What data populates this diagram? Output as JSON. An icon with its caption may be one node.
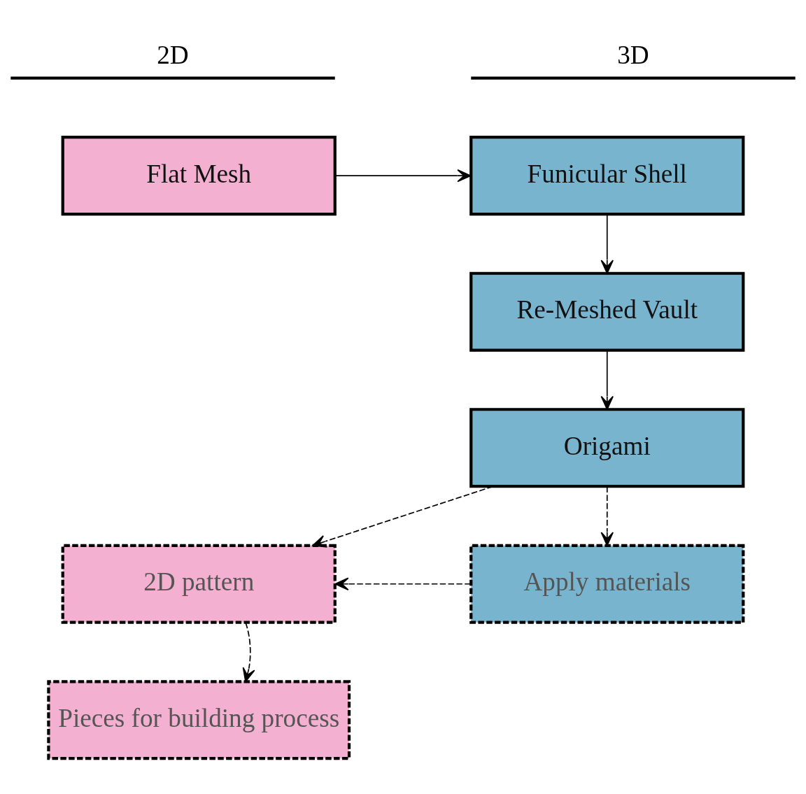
{
  "diagram": {
    "nodes": [
      {
        "text": [
          "Flat Mesh"
        ]
      },
      {
        "text": [
          "Funicular Shell"
        ]
      },
      {
        "text": [
          "Re-Meshed Vault"
        ]
      },
      {
        "text": [
          "Origami"
        ]
      },
      {
        "text": [
          "2D pattern"
        ]
      },
      {
        "text": [
          "Apply materials"
        ]
      },
      {
        "text": [
          "Pieces for building process"
        ]
      }
    ],
    "edges": [
      {
        "from": 0,
        "to": 1,
        "arrow": "to"
      },
      {
        "from": 1,
        "to": 2,
        "arrow": "to"
      },
      {
        "from": 2,
        "to": 3,
        "arrow": "to"
      },
      {
        "from": 3,
        "to": 4,
        "arrow": "to",
        "style": "dashed"
      },
      {
        "from": 3,
        "to": 5,
        "arrow": "to",
        "style": "dashed"
      },
      {
        "from": 5,
        "to": 4,
        "arrow": "to",
        "style": "dashed"
      },
      {
        "from": 4,
        "to": 6,
        "arrow": "to",
        "style": "dashed"
      }
    ],
    "labels": [
      "2D",
      "3D"
    ]
  }
}
